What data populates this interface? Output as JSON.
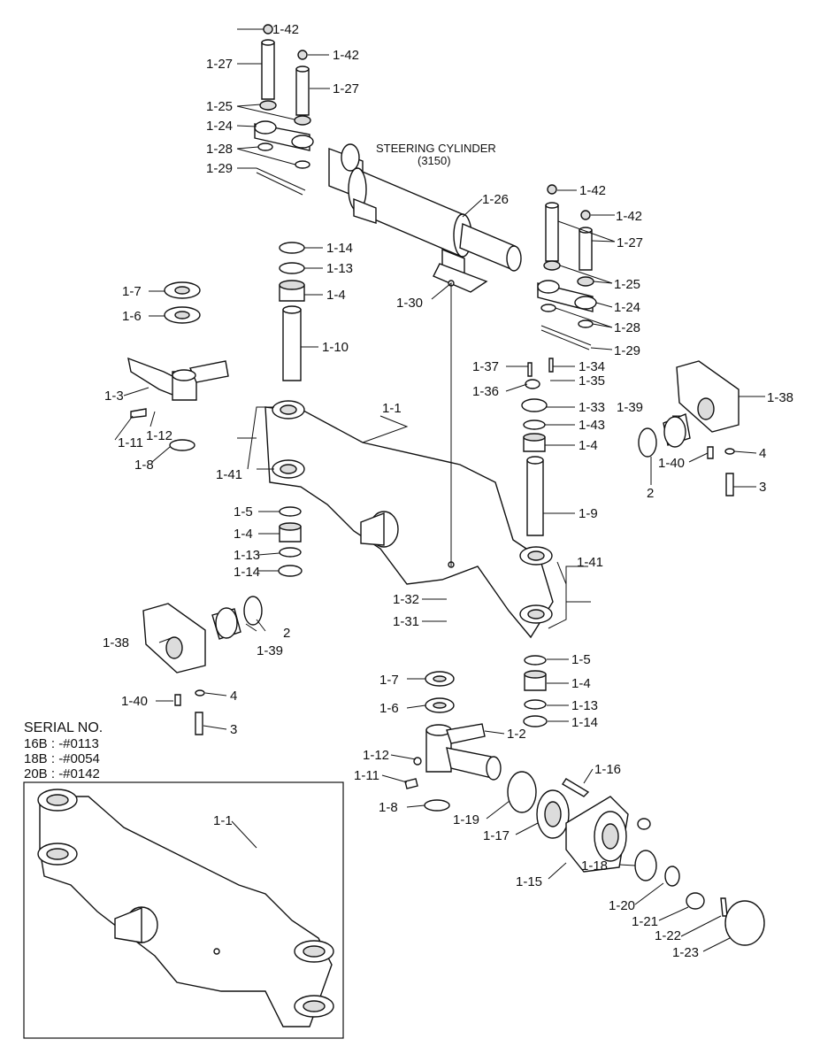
{
  "serial": {
    "title": "SERIAL NO.",
    "lines": [
      "16B : -#0113",
      "18B : -#0054",
      "20B : -#0142"
    ]
  },
  "steering_cylinder": {
    "name": "STEERING CYLINDER",
    "code": "(3150)"
  },
  "labels": [
    "1-42",
    "1-27",
    "1-42",
    "1-27",
    "1-25",
    "1-24",
    "1-28",
    "1-29",
    "1-26",
    "1-42",
    "1-42",
    "1-27",
    "1-25",
    "1-24",
    "1-28",
    "1-29",
    "1-14",
    "1-13",
    "1-4",
    "1-30",
    "1-7",
    "1-6",
    "1-10",
    "1-37",
    "1-34",
    "1-36",
    "1-35",
    "1-33",
    "1-43",
    "1-3",
    "1-1",
    "1-12",
    "1-11",
    "1-8",
    "1-41",
    "1-4",
    "1-38",
    "1-39",
    "2",
    "1-40",
    "4",
    "3",
    "1-5",
    "1-4",
    "1-13",
    "1-14",
    "1-9",
    "1-41",
    "1-32",
    "1-31",
    "1-38",
    "2",
    "1-39",
    "1-40",
    "4",
    "3",
    "1-5",
    "1-7",
    "1-4",
    "1-6",
    "1-13",
    "1-14",
    "1-2",
    "1-12",
    "1-11",
    "1-8",
    "1-16",
    "1-19",
    "1-17",
    "1-15",
    "1-18",
    "1-20",
    "1-21",
    "1-22",
    "1-23",
    "1-1"
  ]
}
